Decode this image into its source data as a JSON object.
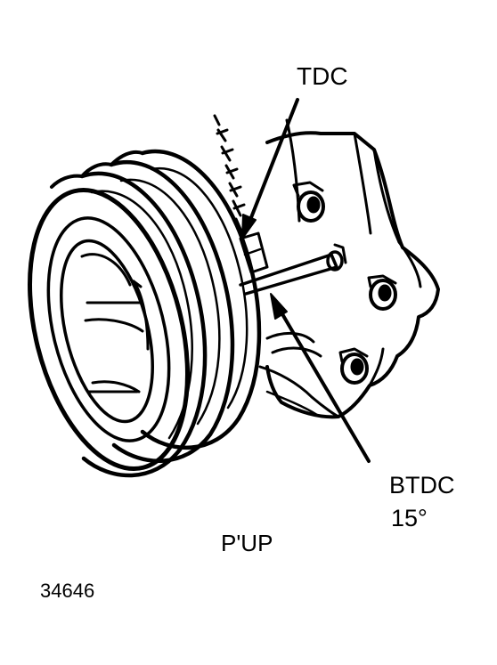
{
  "labels": {
    "tdc": "TDC",
    "btdc": "BTDC",
    "btdc_degrees": "15°",
    "model": "P'UP",
    "figure_number": "34646"
  },
  "colors": {
    "ink": "#000000",
    "paper": "#ffffff"
  }
}
